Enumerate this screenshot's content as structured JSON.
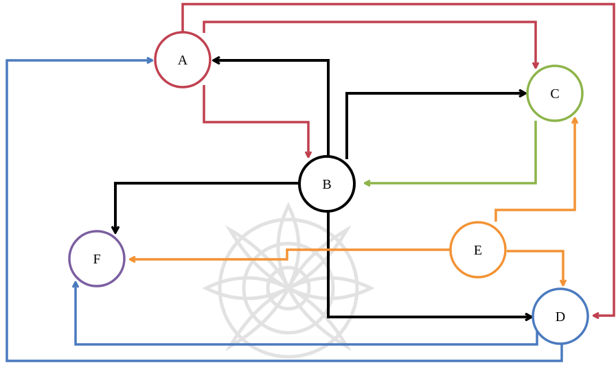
{
  "colors": {
    "red": "#c0404f",
    "black": "#000000",
    "green": "#8db44a",
    "orange": "#f39234",
    "blue": "#4a7abf",
    "purple": "#7b5ea0",
    "watermark": "#d6d6d6"
  },
  "nodes": [
    {
      "id": "A",
      "label": "A",
      "color": "red"
    },
    {
      "id": "B",
      "label": "B",
      "color": "black"
    },
    {
      "id": "C",
      "label": "C",
      "color": "green"
    },
    {
      "id": "D",
      "label": "D",
      "color": "blue"
    },
    {
      "id": "E",
      "label": "E",
      "color": "orange"
    },
    {
      "id": "F",
      "label": "F",
      "color": "purple"
    }
  ],
  "edges": [
    {
      "id": "A-B",
      "from": "A",
      "to": "B",
      "color": "red"
    },
    {
      "id": "A-C",
      "from": "A",
      "to": "C",
      "color": "red"
    },
    {
      "id": "A-D",
      "from": "A",
      "to": "D",
      "color": "red"
    },
    {
      "id": "B-A",
      "from": "B",
      "to": "A",
      "color": "black"
    },
    {
      "id": "B-C",
      "from": "B",
      "to": "C",
      "color": "black"
    },
    {
      "id": "B-F",
      "from": "B",
      "to": "F",
      "color": "black"
    },
    {
      "id": "B-D",
      "from": "B",
      "to": "D",
      "color": "black"
    },
    {
      "id": "C-B",
      "from": "C",
      "to": "B",
      "color": "green"
    },
    {
      "id": "E-C",
      "from": "E",
      "to": "C",
      "color": "orange"
    },
    {
      "id": "E-F",
      "from": "E",
      "to": "F",
      "color": "orange"
    },
    {
      "id": "E-D",
      "from": "E",
      "to": "D",
      "color": "orange"
    },
    {
      "id": "D-A",
      "from": "D",
      "to": "A",
      "color": "blue"
    },
    {
      "id": "D-F",
      "from": "D",
      "to": "F",
      "color": "blue"
    }
  ]
}
